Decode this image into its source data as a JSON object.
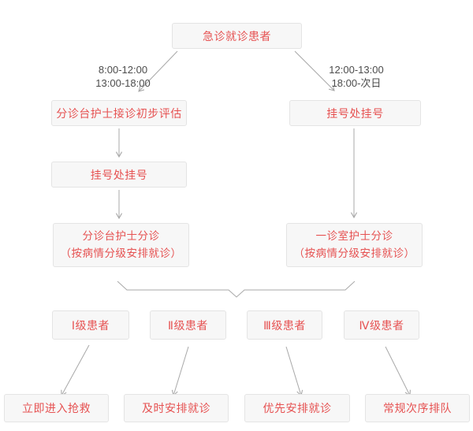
{
  "flow": {
    "start": {
      "label": "急诊就诊患者"
    },
    "time_left": {
      "line1": "8:00-12:00",
      "line2": "13:00-18:00"
    },
    "time_right": {
      "line1": "12:00-13:00",
      "line2": "18:00-次日"
    },
    "assess": {
      "label": "分诊台护士接诊初步评估"
    },
    "register_right": {
      "label": "挂号处挂号"
    },
    "register_left": {
      "label": "挂号处挂号"
    },
    "triage_desk": {
      "line1": "分诊台护士分诊",
      "line2": "（按病情分级安排就诊）"
    },
    "triage_room": {
      "line1": "一诊室护士分诊",
      "line2": "（按病情分级安排就诊）"
    },
    "levels": [
      {
        "label": "Ⅰ级患者"
      },
      {
        "label": "Ⅱ级患者"
      },
      {
        "label": "Ⅲ级患者"
      },
      {
        "label": "Ⅳ级患者"
      }
    ],
    "actions": [
      {
        "label": "立即进入抢救"
      },
      {
        "label": "及时安排就诊"
      },
      {
        "label": "优先安排就诊"
      },
      {
        "label": "常规次序排队"
      }
    ]
  },
  "colors": {
    "background": "#ffffff",
    "node_bg": "#f7f7f7",
    "node_border": "#e4e4e4",
    "node_text": "#e65252",
    "time_text": "#4c4c4c",
    "connector": "#a8a8a8"
  }
}
